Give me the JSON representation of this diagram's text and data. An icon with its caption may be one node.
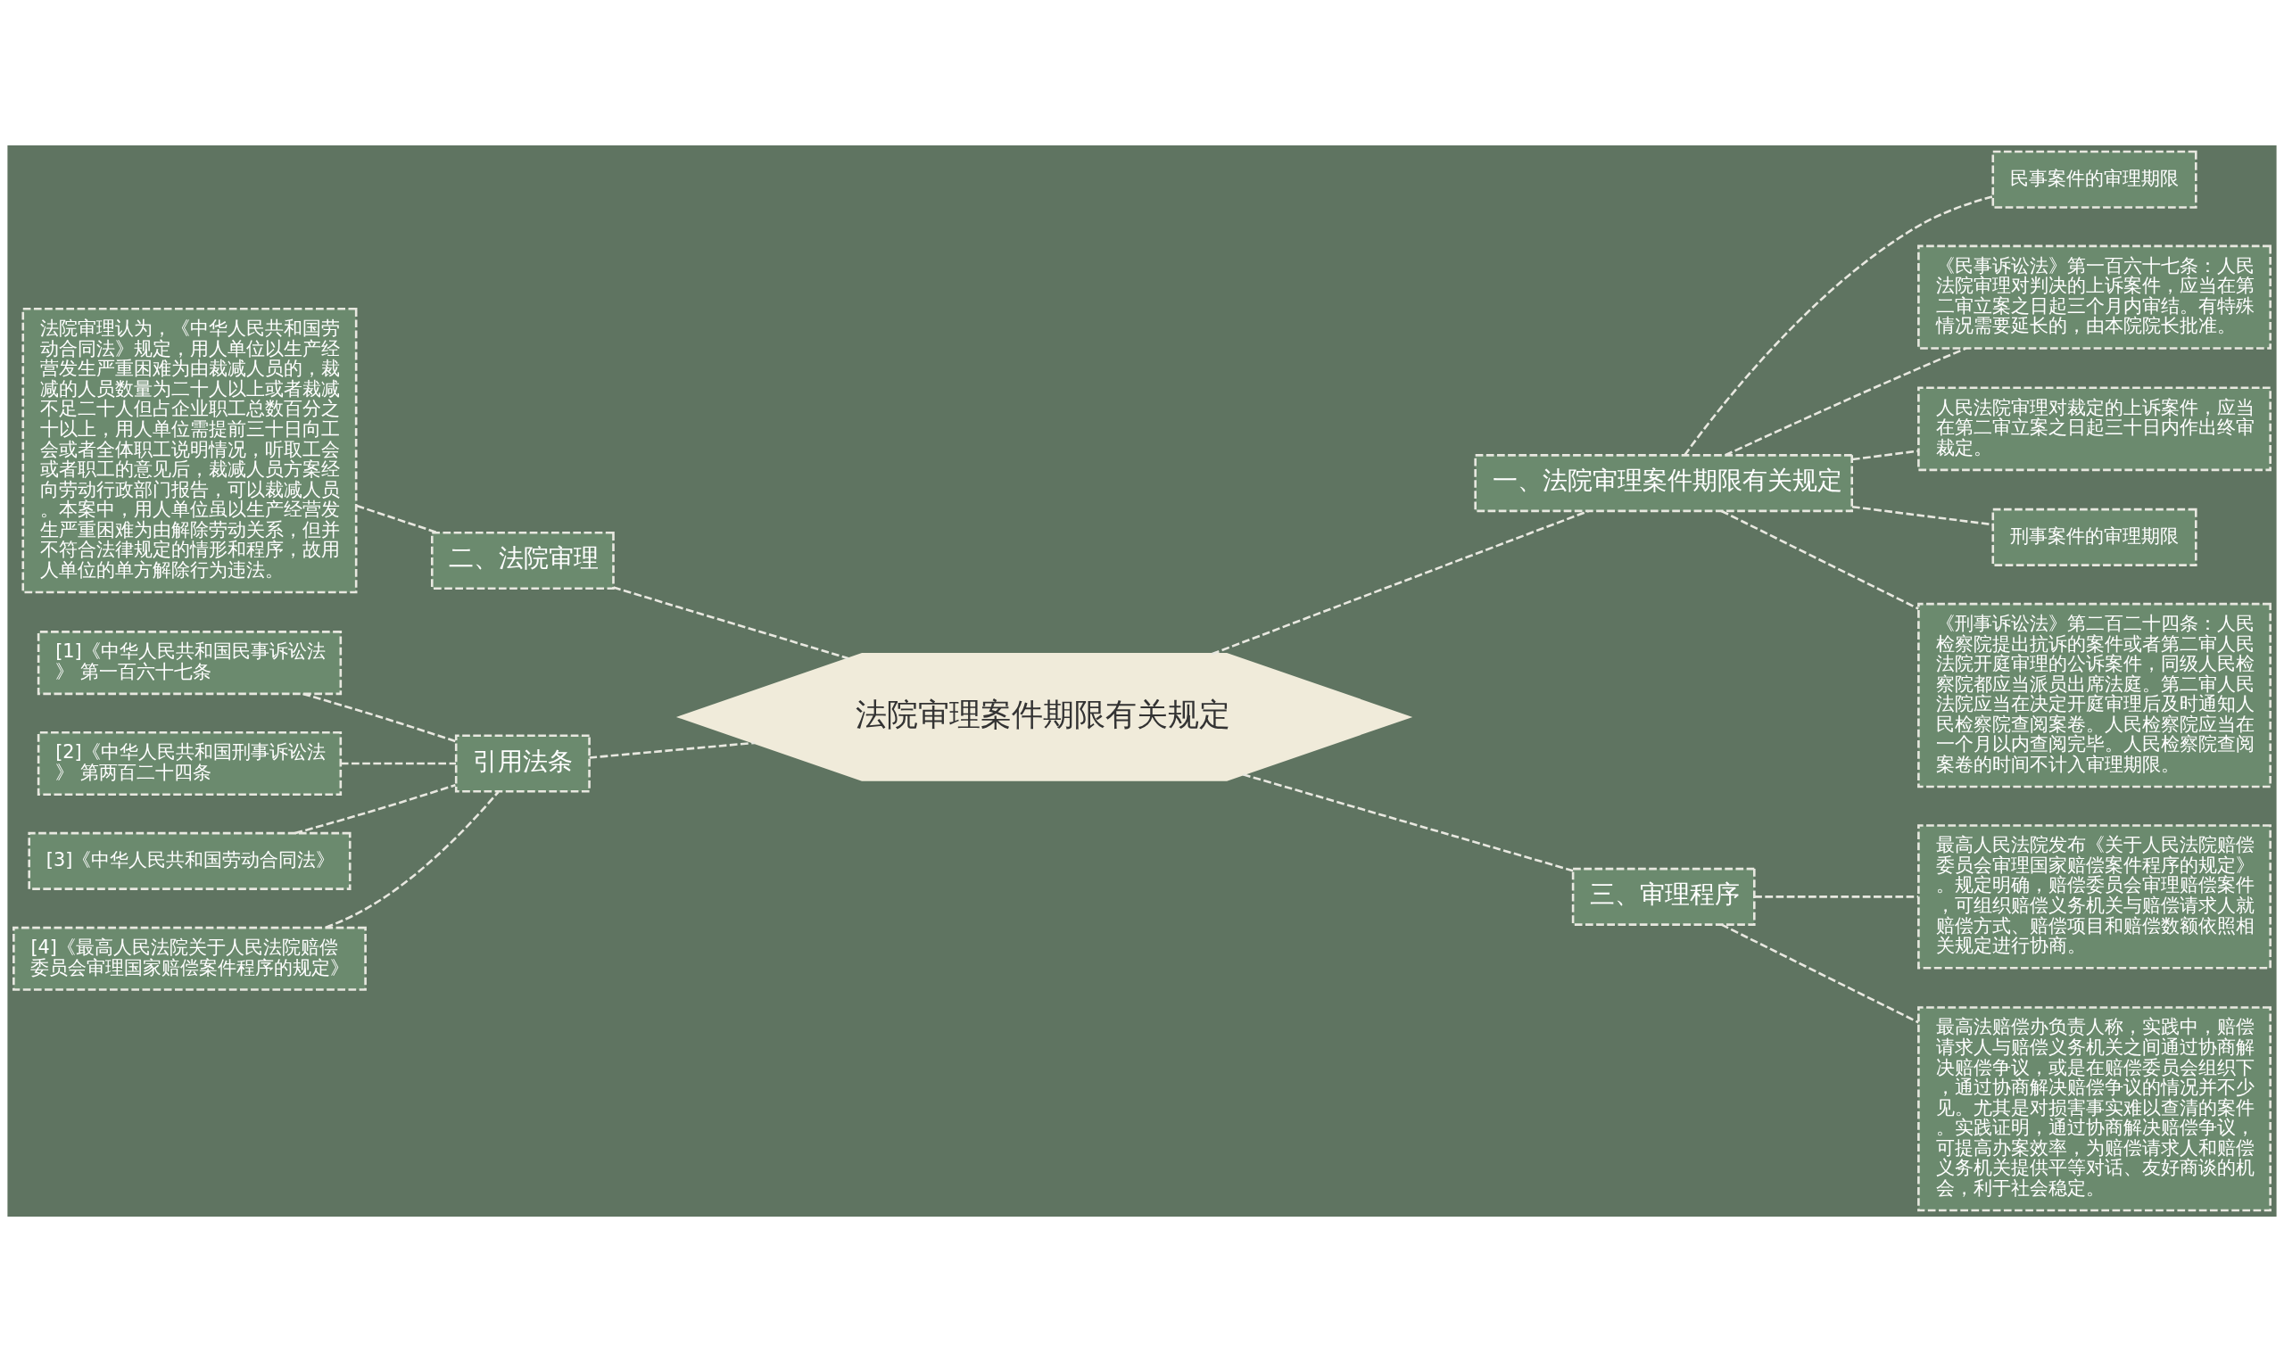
{
  "diagram": {
    "nodes": [
      {
        "text": [
          "法院审理案件期限有关规定"
        ]
      },
      {
        "text": [
          "一、法院审理案件期限有关规定"
        ]
      },
      {
        "text": [
          "民事案件的审理期限"
        ]
      },
      {
        "text": [
          "《民事诉讼法》第一百六十七条：人民法院审理对判决的上诉案件，应当在第二审立案之日起三个月内审结。有特殊情况需要延长的，由本院院长批准。"
        ]
      },
      {
        "text": [
          "人民法院审理对裁定的上诉案件，应当在第二审立案之日起三十日内作出终审裁定。"
        ]
      },
      {
        "text": [
          "刑事案件的审理期限"
        ]
      },
      {
        "text": [
          "《刑事诉讼法》第二百二十四条：人民检察院提出抗诉的案件或者第二审人民法院开庭审理的公诉案件，同级人民检察院都应当派员出席法庭。第二审人民法院应当在决定开庭审理后及时通知人民检察院查阅案卷。人民检察院应当在一个月以内查阅完毕。人民检察院查阅案卷的时间不计入审理期限。"
        ]
      },
      {
        "text": [
          "二、法院审理"
        ]
      },
      {
        "text": [
          "法院审理认为，《中华人民共和国劳动合同法》规定，用人单位以生产经营发生严重困难为由裁减人员的，裁减的人员数量为二十人以上或者裁减不足二十人但占企业职工总数百分之十以上，用人单位需提前三十日向工会或者全体职工说明情况，听取工会或者职工的意见后，裁减人员方案经向劳动行政部门报告，可以裁减人员。本案中，用人单位虽以生产经营发生严重困难为由解除劳动关系，但并不符合法律规定的情形和程序，故用人单位的单方解除行为违法。"
        ]
      },
      {
        "text": [
          "引用法条"
        ]
      },
      {
        "text": [
          "[1]《中华人民共和国民事诉讼法》 第一百六十七条"
        ]
      },
      {
        "text": [
          "[2]《中华人民共和国刑事诉讼法》 第两百二十四条"
        ]
      },
      {
        "text": [
          "[3]《中华人民共和国劳动合同法》"
        ]
      },
      {
        "text": [
          "[4]《最高人民法院关于人民法院赔偿委员会审理国家赔偿案件程序的规定》"
        ]
      },
      {
        "text": [
          "三、审理程序"
        ]
      },
      {
        "text": [
          "最高人民法院发布《关于人民法院赔偿委员会审理国家赔偿案件程序的规定》。规定明确，赔偿委员会审理赔偿案件，可组织赔偿义务机关与赔偿请求人就赔偿方式、赔偿项目和赔偿数额依照相关规定进行协商。"
        ]
      },
      {
        "text": [
          "最高法赔偿办负责人称，实践中，赔偿请求人与赔偿义务机关之间通过协商解决赔偿争议，或是在赔偿委员会组织下，通过协商解决赔偿争议的情况并不少见。尤其是对损害事实难以查清的案件。实践证明，通过协商解决赔偿争议，可提高办案效率，为赔偿请求人和赔偿义务机关提供平等对话、友好商谈的机会，利于社会稳定。"
        ]
      }
    ],
    "edges": [
      {
        "from": 0,
        "to": 1,
        "arrow": "none",
        "style": "dashed"
      },
      {
        "from": 1,
        "to": 2,
        "arrow": "none",
        "style": "dashed"
      },
      {
        "from": 1,
        "to": 3,
        "arrow": "none",
        "style": "dashed"
      },
      {
        "from": 1,
        "to": 4,
        "arrow": "none",
        "style": "dashed"
      },
      {
        "from": 1,
        "to": 5,
        "arrow": "none",
        "style": "dashed"
      },
      {
        "from": 1,
        "to": 6,
        "arrow": "none",
        "style": "dashed"
      },
      {
        "from": 0,
        "to": 7,
        "arrow": "none",
        "style": "dashed"
      },
      {
        "from": 7,
        "to": 8,
        "arrow": "none",
        "style": "dashed"
      },
      {
        "from": 0,
        "to": 9,
        "arrow": "none",
        "style": "dashed"
      },
      {
        "from": 9,
        "to": 10,
        "arrow": "none",
        "style": "dashed"
      },
      {
        "from": 9,
        "to": 11,
        "arrow": "none",
        "style": "dashed"
      },
      {
        "from": 9,
        "to": 12,
        "arrow": "none",
        "style": "dashed"
      },
      {
        "from": 9,
        "to": 13,
        "arrow": "none",
        "style": "dashed"
      },
      {
        "from": 0,
        "to": 14,
        "arrow": "none",
        "style": "dashed"
      },
      {
        "from": 14,
        "to": 15,
        "arrow": "none",
        "style": "dashed"
      },
      {
        "from": 14,
        "to": 16,
        "arrow": "none",
        "style": "dashed"
      }
    ]
  }
}
